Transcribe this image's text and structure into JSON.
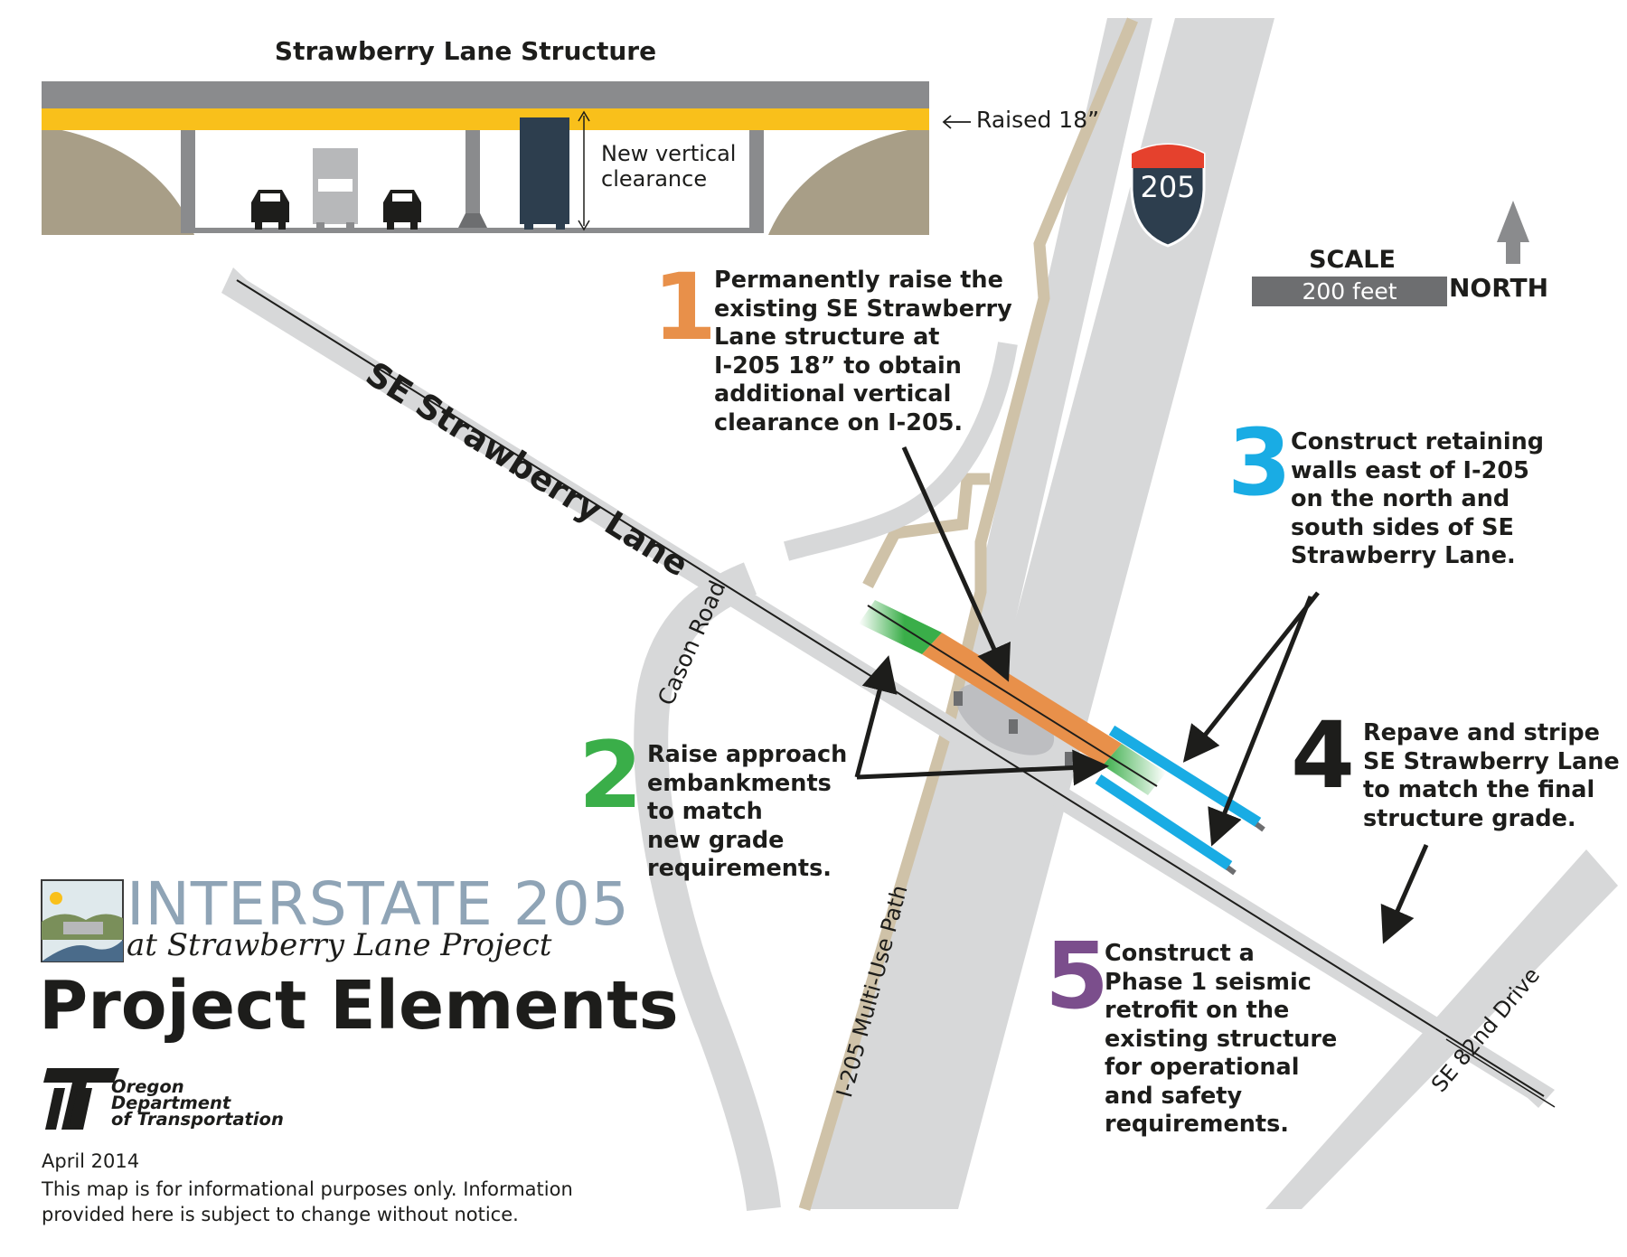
{
  "structure_title": "Strawberry Lane Structure",
  "raised_label": "Raised 18”",
  "clearance_label_1": "New vertical",
  "clearance_label_2": "clearance",
  "shield_number": "205",
  "scale_title": "SCALE",
  "scale_value": "200 feet",
  "north_label": "NORTH",
  "road_labels": {
    "strawberry": "SE Strawberry Lane",
    "cason": "Cason Road",
    "path": "I-205 Multi-Use Path",
    "se82": "SE 82nd Drive"
  },
  "elements": [
    {
      "number": "1",
      "color": "#e8904a",
      "lines": [
        "Permanently raise the",
        "existing SE Strawberry",
        "Lane structure at",
        "I-205 18” to obtain",
        "additional vertical",
        "clearance on I-205."
      ]
    },
    {
      "number": "2",
      "color": "#3aae49",
      "lines": [
        "Raise approach",
        "embankments",
        "to match",
        "new grade",
        "requirements."
      ]
    },
    {
      "number": "3",
      "color": "#19ace4",
      "lines": [
        "Construct retaining",
        "walls east of I-205",
        "on the north and",
        "south sides of SE",
        "Strawberry Lane."
      ]
    },
    {
      "number": "4",
      "color": "#1d1d1b",
      "lines": [
        "Repave and stripe",
        "SE Strawberry Lane",
        "to match the final",
        "structure grade."
      ]
    },
    {
      "number": "5",
      "color": "#7b4e8c",
      "lines": [
        "Construct a",
        "Phase 1 seismic",
        "retrofit on the",
        "existing structure",
        "for operational",
        "and safety",
        "requirements."
      ]
    }
  ],
  "project_title": "INTERSTATE 205",
  "project_subtitle": "at Strawberry Lane Project",
  "heading": "Project Elements",
  "agency": [
    "Oregon",
    "Department",
    "of Transportation"
  ],
  "date": "April 2014",
  "disclaimer": [
    "This map is for informational purposes only. Information",
    "provided here is subject to change without notice."
  ]
}
